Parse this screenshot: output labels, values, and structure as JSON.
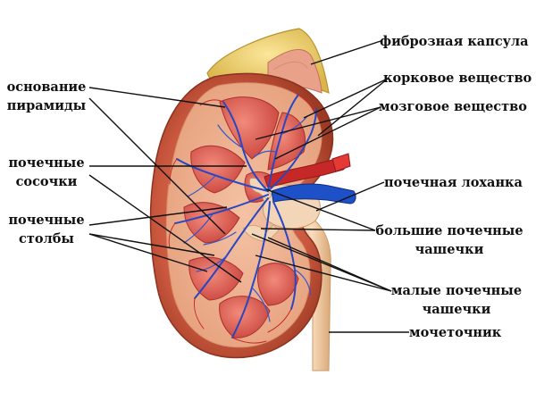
{
  "labels": {
    "fibrous_capsule": "фиброзная капсула",
    "cortex": "корковое вещество",
    "medulla": "мозговое вещество",
    "renal_pelvis": "почечная лоханка",
    "major_calyces_1": "большие почечные",
    "major_calyces_2": "чашечки",
    "minor_calyces_1": "малые почечные",
    "minor_calyces_2": "чашечки",
    "ureter": "мочеточник",
    "pyramid_base_1": "основание",
    "pyramid_base_2": "пирамиды",
    "papillae_1": "почечные",
    "papillae_2": "сосочки",
    "columns_1": "почечные",
    "columns_2": "столбы"
  }
}
